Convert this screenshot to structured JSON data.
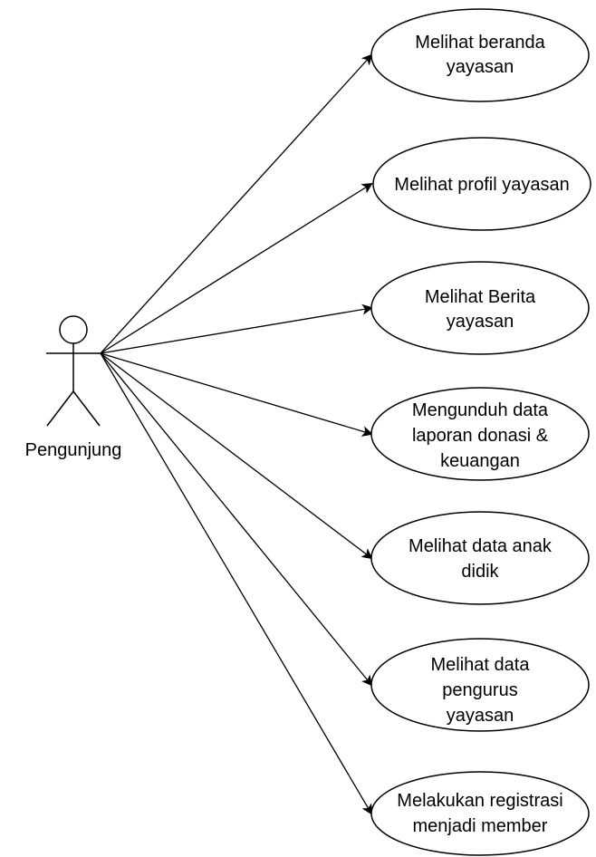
{
  "diagram": {
    "actor": {
      "label": "Pengunjung"
    },
    "use_cases": [
      {
        "id": "uc1",
        "lines": [
          "Melihat beranda",
          "yayasan"
        ]
      },
      {
        "id": "uc2",
        "lines": [
          "Melihat profil yayasan"
        ]
      },
      {
        "id": "uc3",
        "lines": [
          "Melihat Berita",
          "yayasan"
        ]
      },
      {
        "id": "uc4",
        "lines": [
          "Mengunduh data",
          "laporan donasi &",
          "keuangan"
        ]
      },
      {
        "id": "uc5",
        "lines": [
          "Melihat data anak",
          "didik"
        ]
      },
      {
        "id": "uc6",
        "lines": [
          "Melihat data",
          "pengurus",
          "yayasan"
        ]
      },
      {
        "id": "uc7",
        "lines": [
          "Melakukan registrasi",
          "menjadi member"
        ]
      }
    ]
  }
}
